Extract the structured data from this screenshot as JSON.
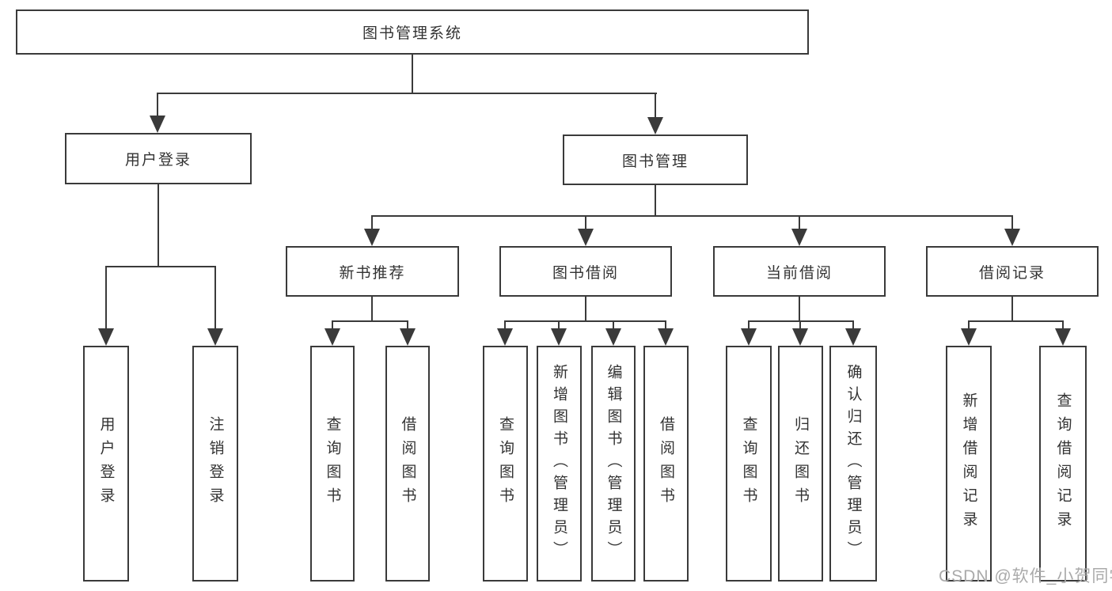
{
  "diagram": {
    "title": "图书管理系统",
    "colors": {
      "line": "#3a3a3a",
      "text": "#333333",
      "background": "#ffffff",
      "watermark": "#aaaaaa"
    },
    "nodes": {
      "root": "图书管理系统",
      "user_login": "用户登录",
      "book_mgmt": "图书管理",
      "new_book": "新书推荐",
      "book_borrow": "图书借阅",
      "current_borrow": "当前借阅",
      "borrow_record": "借阅记录",
      "ul_login": "用户登录",
      "ul_logout": "注销登录",
      "nb_query": "查询图书",
      "nb_borrow": "借阅图书",
      "bb_query": "查询图书",
      "bb_add": "新增图书（管理员）",
      "bb_edit": "编辑图书（管理员）",
      "bb_borrow": "借阅图书",
      "cb_query": "查询图书",
      "cb_return": "归还图书",
      "cb_confirm": "确认归还（管理员）",
      "br_add": "新增借阅记录",
      "br_query": "查询借阅记录"
    },
    "watermark": "CSDN @软件_小贺同学"
  }
}
